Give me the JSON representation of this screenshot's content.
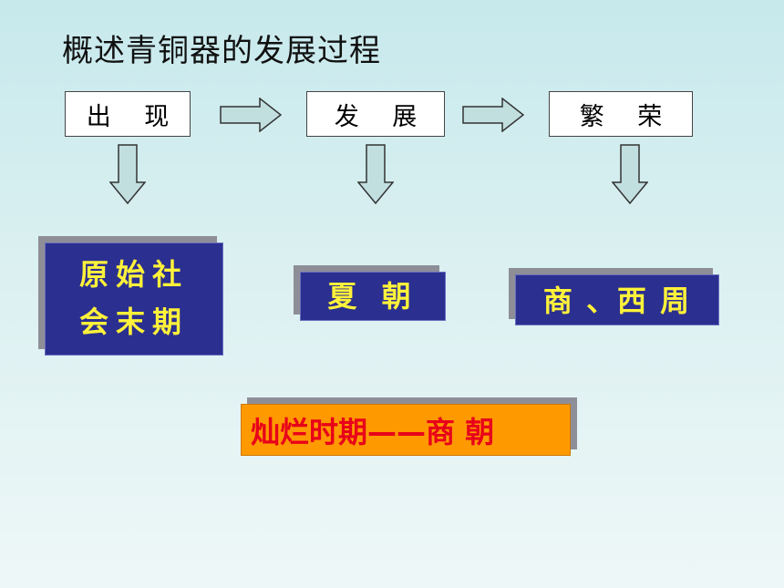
{
  "title": "概述青铜器的发展过程",
  "stages": [
    {
      "label": "出 现"
    },
    {
      "label": "发 展"
    },
    {
      "label": "繁 荣"
    }
  ],
  "eras": {
    "primitive_line1": "原始社",
    "primitive_line2": "会末期",
    "xia": "夏 朝",
    "shang_zhou": "商 、西 周"
  },
  "peak": "灿烂时期——商 朝",
  "colors": {
    "era_bg": "#2b2f8f",
    "era_text": "#fff23a",
    "peak_bg": "#ff9900",
    "peak_text": "#e8001a",
    "arrow_fill": "#c2dfe0"
  }
}
